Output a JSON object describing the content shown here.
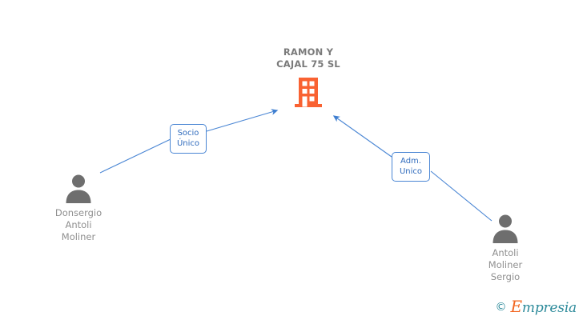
{
  "diagram": {
    "background": "#ffffff",
    "company": {
      "name": "RAMON Y\nCAJAL 75 SL",
      "icon": "building-icon",
      "icon_color": "#f96232"
    },
    "persons": [
      {
        "id": "donsergio",
        "name": "Donsergio\nAntoli\nMoliner",
        "icon": "person-icon",
        "icon_color": "#6e6e6e"
      },
      {
        "id": "sergio",
        "name": "Antoli\nMoliner\nSergio",
        "icon": "person-icon",
        "icon_color": "#6e6e6e"
      }
    ],
    "relations": [
      {
        "id": "socio-unico",
        "label": "Socio\nÚnico",
        "from": "donsergio",
        "to": "company",
        "color": "#4a86d4"
      },
      {
        "id": "adm-unico",
        "label": "Adm.\nUnico",
        "from": "sergio",
        "to": "company",
        "color": "#4a86d4"
      }
    ],
    "edge_color": "#4a86d4"
  },
  "watermark": {
    "copyright": "©",
    "brand_initial": "E",
    "brand_rest": "mpresia",
    "teal": "#2c8a9a",
    "orange": "#f26722"
  }
}
